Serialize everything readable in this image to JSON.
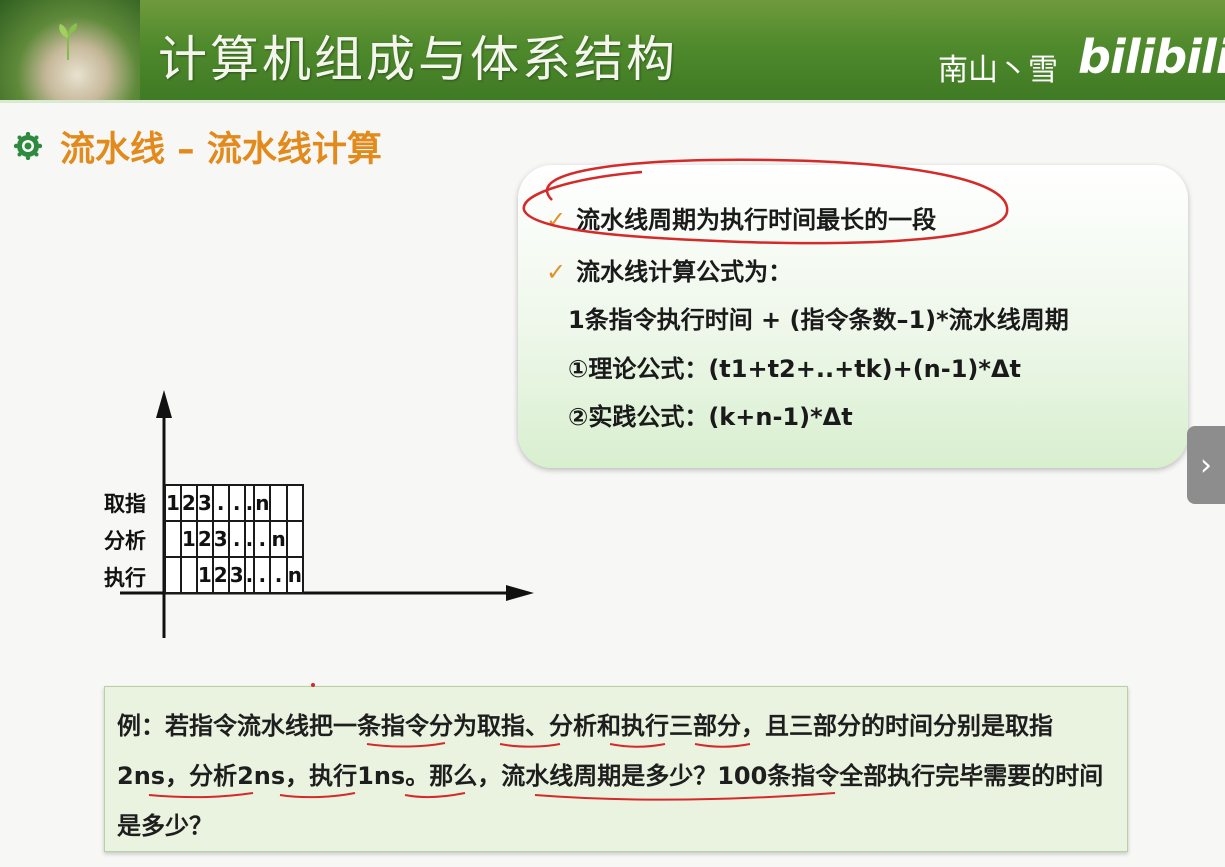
{
  "header": {
    "title": "计算机组成与体系结构",
    "author": "南山丶雪",
    "brand": "bilibili"
  },
  "section": {
    "title": "流水线 – 流水线计算"
  },
  "formula_box": {
    "lines": [
      "流水线周期为执行时间最长的一段",
      "流水线计算公式为：",
      "1条指令执行时间 + (指令条数–1)*流水线周期",
      "①理论公式：(t1+t2+..+tk)+(n-1)*Δt",
      "②实践公式：(k+n-1)*Δt"
    ]
  },
  "pipeline": {
    "rows": [
      {
        "label": "取指",
        "cells": [
          "1",
          "2",
          "3",
          ".",
          ".",
          ".",
          "n",
          "",
          ""
        ]
      },
      {
        "label": "分析",
        "cells": [
          "",
          "1",
          "2",
          "3",
          ".",
          ".",
          ".",
          "n",
          ""
        ]
      },
      {
        "label": "执行",
        "cells": [
          "",
          "",
          "1",
          "2",
          "3",
          ".",
          ".",
          ".",
          "n"
        ]
      }
    ]
  },
  "example": {
    "text": "例：若指令流水线把一条指令分为取指、分析和执行三部分，且三部分的时间分别是取指2ns，分析2ns，执行1ns。那么，流水线周期是多少？100条指令全部执行完毕需要的时间是多少？"
  },
  "nav": {
    "next_symbol": "›"
  },
  "colors": {
    "header_green": "#4f8a2c",
    "section_orange": "#e28a1c",
    "annotation_red": "#d42a2a"
  }
}
